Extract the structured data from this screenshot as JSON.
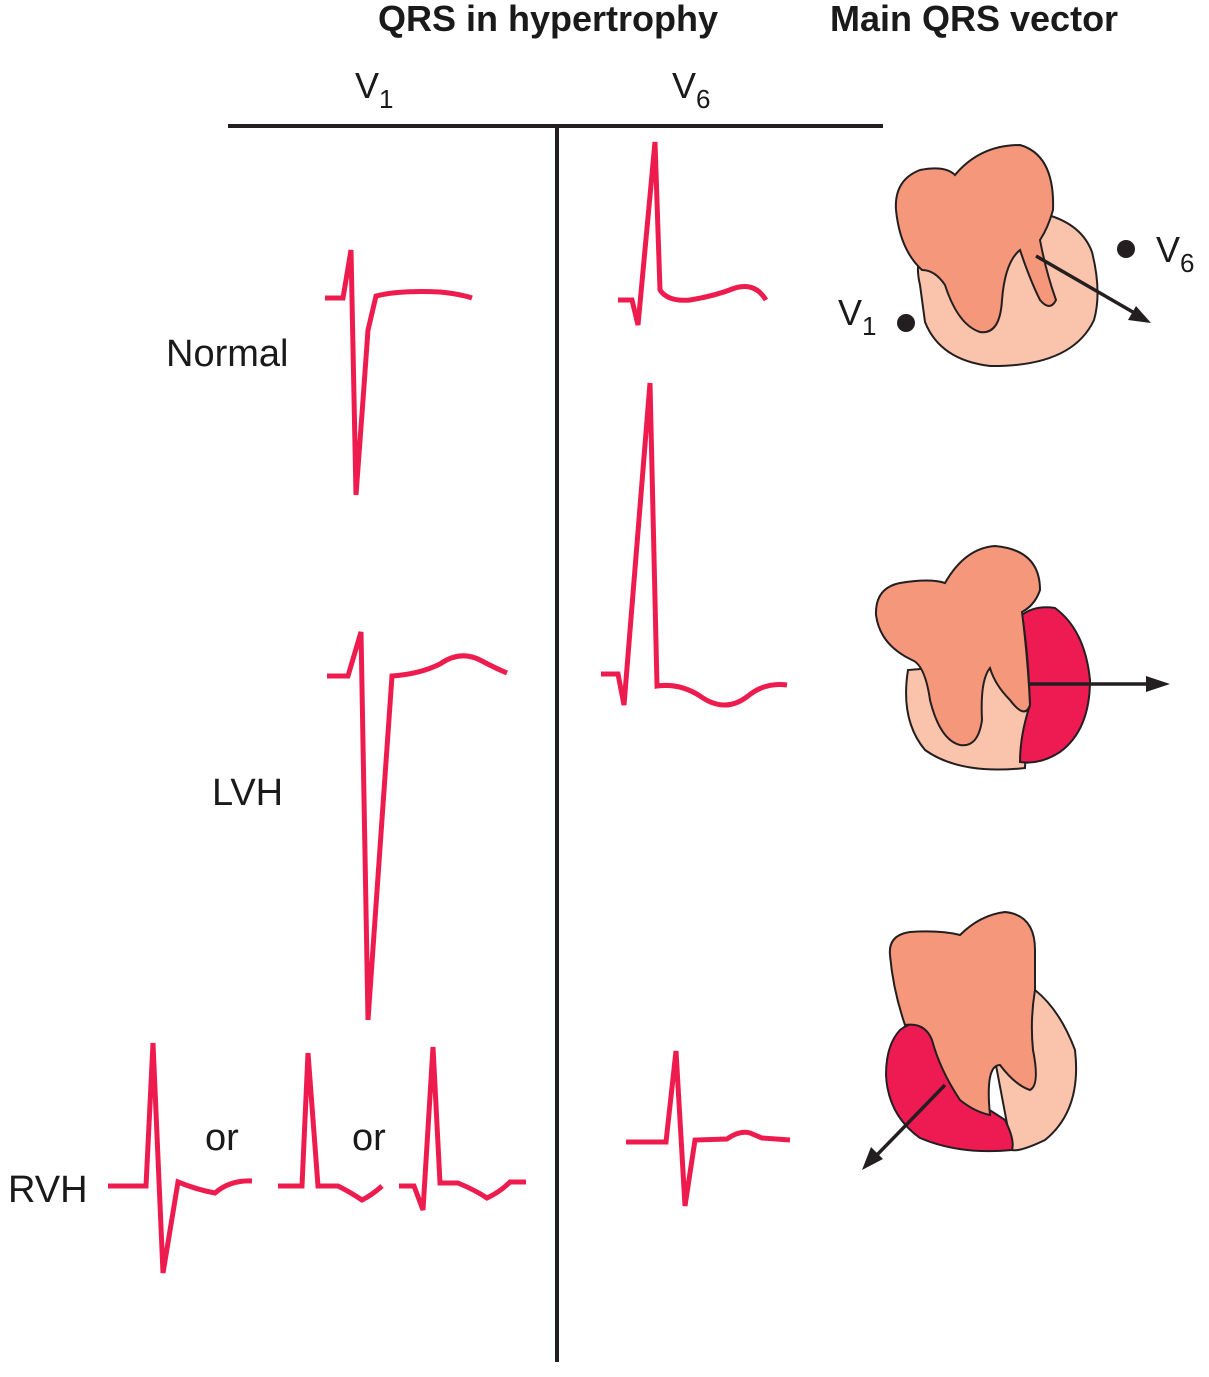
{
  "headers": {
    "qrs": "QRS in hypertrophy",
    "vector": "Main QRS vector"
  },
  "leads": {
    "v1": "V",
    "v1_sub": "1",
    "v6": "V",
    "v6_sub": "6"
  },
  "rows": {
    "normal": "Normal",
    "lvh": "LVH",
    "rvh": "RVH"
  },
  "or_text": {
    "first": "or",
    "second": "or"
  },
  "heart_labels": {
    "v1": "V",
    "v1_sub": "1",
    "v6": "V",
    "v6_sub": "6"
  },
  "colors": {
    "ecg": "#ee1c4e",
    "ventricle": "#f4977a",
    "pale": "#fac3ab",
    "hypertrophy": "#ee1a52"
  }
}
